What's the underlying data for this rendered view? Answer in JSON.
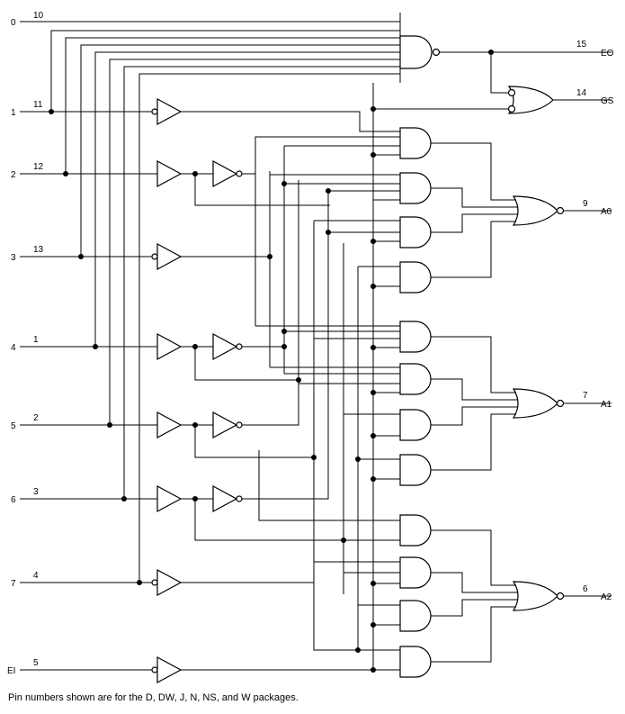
{
  "inputs": [
    {
      "name": "0",
      "pin": "10"
    },
    {
      "name": "1",
      "pin": "11"
    },
    {
      "name": "2",
      "pin": "12"
    },
    {
      "name": "3",
      "pin": "13"
    },
    {
      "name": "4",
      "pin": "1"
    },
    {
      "name": "5",
      "pin": "2"
    },
    {
      "name": "6",
      "pin": "3"
    },
    {
      "name": "7",
      "pin": "4"
    },
    {
      "name": "EI",
      "pin": "5"
    }
  ],
  "outputs": [
    {
      "name": "EO",
      "pin": "15"
    },
    {
      "name": "GS",
      "pin": "14"
    },
    {
      "name": "A0",
      "pin": "9"
    },
    {
      "name": "A1",
      "pin": "7"
    },
    {
      "name": "A2",
      "pin": "6"
    }
  ],
  "footnote": "Pin numbers shown are for the D, DW, J, N, NS, and W packages."
}
